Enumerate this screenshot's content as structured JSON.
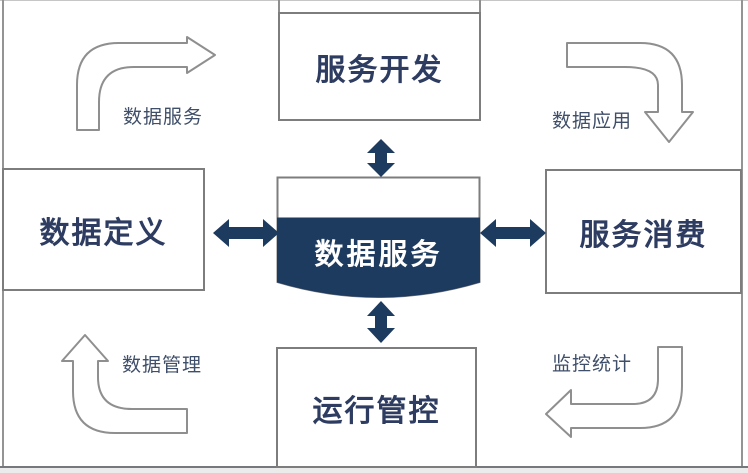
{
  "center": {
    "label": "数据服务"
  },
  "boxes": {
    "top": {
      "label": "服务开发"
    },
    "left": {
      "label": "数据定义"
    },
    "right": {
      "label": "服务消费"
    },
    "bottom": {
      "label": "运行管控"
    }
  },
  "flow_labels": {
    "top_left": "数据服务",
    "top_right": "数据应用",
    "bottom_left": "数据管理",
    "bottom_right": "监控统计"
  },
  "colors": {
    "navy": "#1d3a5f",
    "box_text": "#2d3c60",
    "flow_label_text": "#3f4e69",
    "box_border": "#7d7d7d",
    "curved_arrow_outline": "#8f8f8f"
  }
}
